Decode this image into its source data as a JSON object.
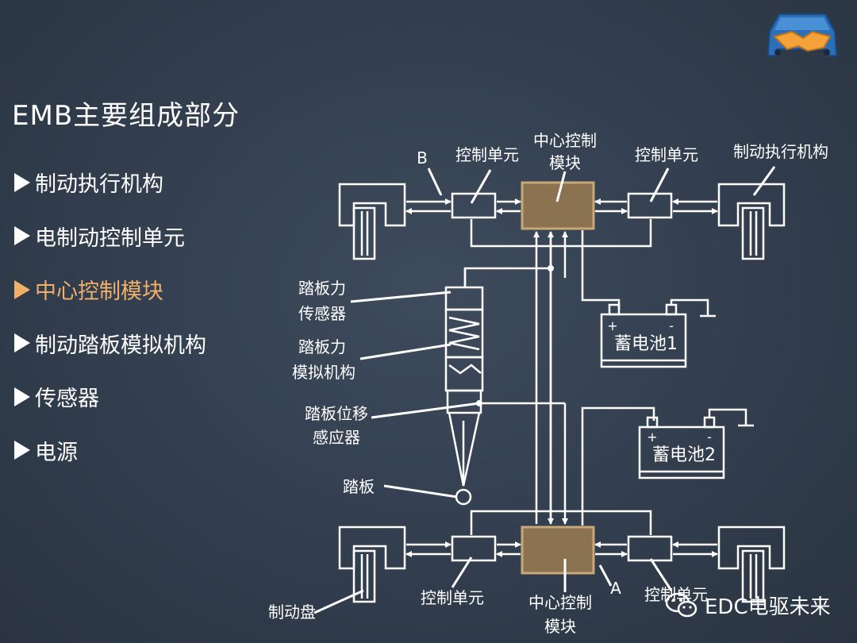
{
  "title": "EMB主要组成部分",
  "menu": [
    {
      "label": "制动执行机构",
      "active": false
    },
    {
      "label": "电制动控制单元",
      "active": false
    },
    {
      "label": "中心控制模块",
      "active": true
    },
    {
      "label": "制动踏板模拟机构",
      "active": false
    },
    {
      "label": "传感器",
      "active": false
    },
    {
      "label": "电源",
      "active": false
    }
  ],
  "diagram": {
    "label_b": "B",
    "label_a": "A",
    "top_left_unit": "控制单元",
    "top_center_module_line1": "中心控制",
    "top_center_module_line2": "模块",
    "top_right_unit": "控制单元",
    "actuator": "制动执行机构",
    "pedal_force_sensor_line1": "踏板力",
    "pedal_force_sensor_line2": "传感器",
    "pedal_sim_line1": "踏板力",
    "pedal_sim_line2": "模拟机构",
    "pedal_pos_line1": "踏板位移",
    "pedal_pos_line2": "感应器",
    "pedal": "踏板",
    "battery1": "蓄电池1",
    "battery2": "蓄电池2",
    "plus": "+",
    "minus": "-",
    "brake_disc": "制动盘",
    "bottom_left_unit": "控制单元",
    "bottom_center_module_line1": "中心控制",
    "bottom_center_module_line2": "模块",
    "bottom_right_unit": "控制单元"
  },
  "watermark": "EDC电驱未来",
  "colors": {
    "background": "#323e4e",
    "active_item": "#f0b06a",
    "module_fill": "#8b7250",
    "module_border": "#c8a878",
    "line": "#ffffff"
  }
}
